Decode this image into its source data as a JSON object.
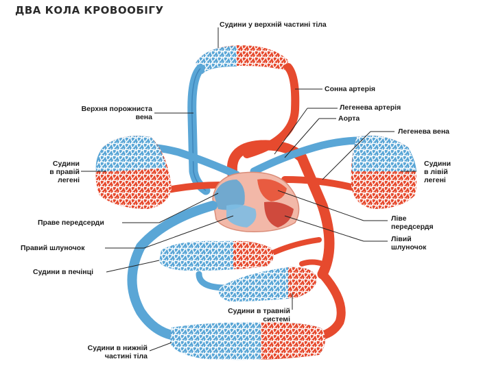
{
  "title": "ДВА КОЛА КРОВООБІГУ",
  "labels": {
    "upper_body_vessels": "Судини у верхній частині тіла",
    "carotid_artery": "Сонна артерія",
    "superior_vena_cava_1": "Верхня порожниста",
    "superior_vena_cava_2": "вена",
    "pulmonary_artery": "Легенева артерія",
    "aorta": "Аорта",
    "pulmonary_vein": "Легенева вена",
    "right_lung_1": "Судини",
    "right_lung_2": "в правій",
    "right_lung_3": "легені",
    "left_lung_1": "Судини",
    "left_lung_2": "в лівій",
    "left_lung_3": "легені",
    "right_atrium": "Праве передсерди",
    "right_ventricle": "Правий шлуночок",
    "left_atrium_1": "Ліве",
    "left_atrium_2": "передсердя",
    "left_ventricle_1": "Лівий",
    "left_ventricle_2": "шлуночок",
    "liver_vessels": "Судини в печінці",
    "digestive_1": "Судини в травній",
    "digestive_2": "системі",
    "lower_body_1": "Судини в нижній",
    "lower_body_2": "частині тіла"
  },
  "colors": {
    "artery": "#e64a2e",
    "vein": "#5aa6d6",
    "heart": "#f2b8a8",
    "leader": "#222222"
  }
}
